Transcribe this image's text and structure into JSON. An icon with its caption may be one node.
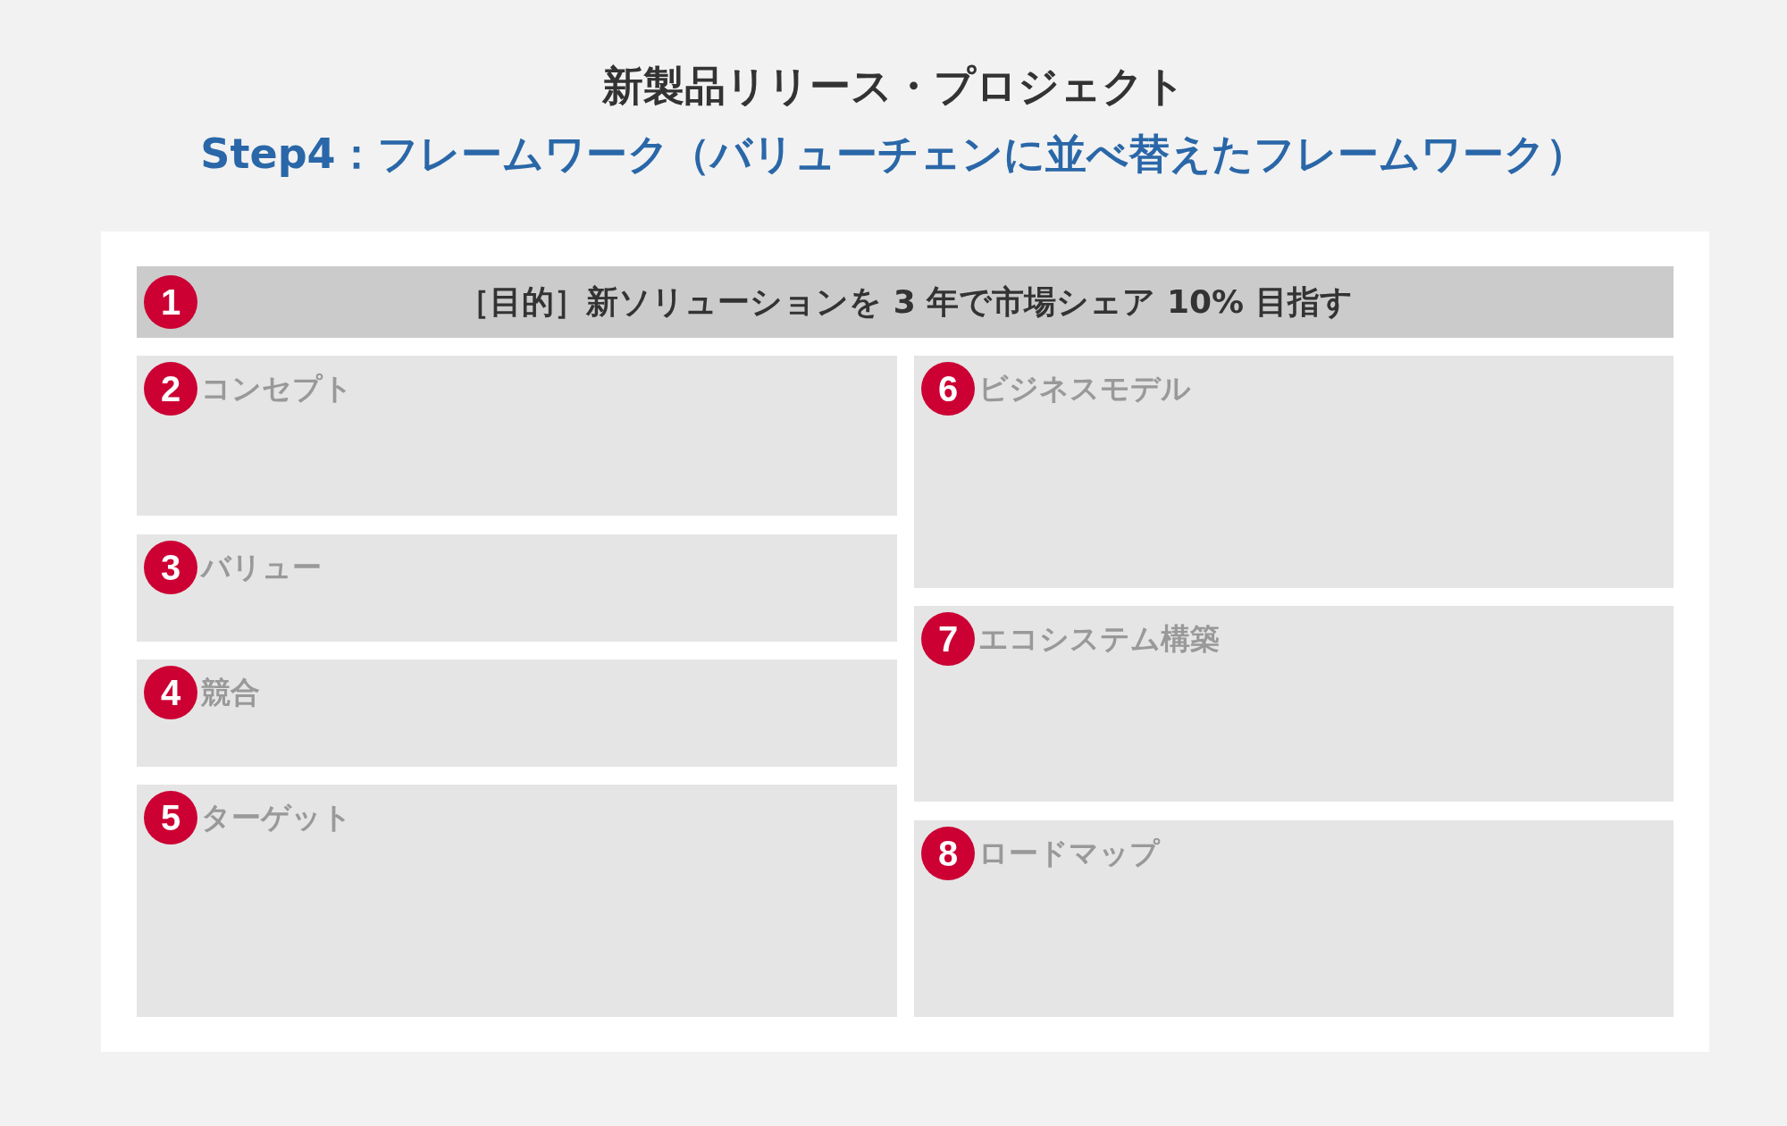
{
  "diagram": {
    "title": "新製品リリース・プロジェクト",
    "nodes": [
      {
        "text": [
          "［目的］新ソリューションを 3 年で市場シェア 10% 目指す"
        ]
      },
      {
        "text": [
          "1"
        ],
        "in": 0
      },
      {
        "text": [
          "コンセプト"
        ]
      },
      {
        "text": [
          "2"
        ],
        "in": 2
      },
      {
        "text": [
          "バリュー"
        ]
      },
      {
        "text": [
          "3"
        ],
        "in": 4
      },
      {
        "text": [
          "競合"
        ]
      },
      {
        "text": [
          "4"
        ],
        "in": 6
      },
      {
        "text": [
          "ターゲット"
        ]
      },
      {
        "text": [
          "5"
        ],
        "in": 8
      },
      {
        "text": [
          "ビジネスモデル"
        ]
      },
      {
        "text": [
          "6"
        ],
        "in": 10
      },
      {
        "text": [
          "エコシステム構築"
        ]
      },
      {
        "text": [
          "7"
        ],
        "in": 12
      },
      {
        "text": [
          "ロードマップ"
        ]
      },
      {
        "text": [
          "8"
        ],
        "in": 14
      }
    ],
    "labels": [
      "Step4：フレームワーク（バリューチェンに並べ替えたフレームワーク）"
    ]
  }
}
